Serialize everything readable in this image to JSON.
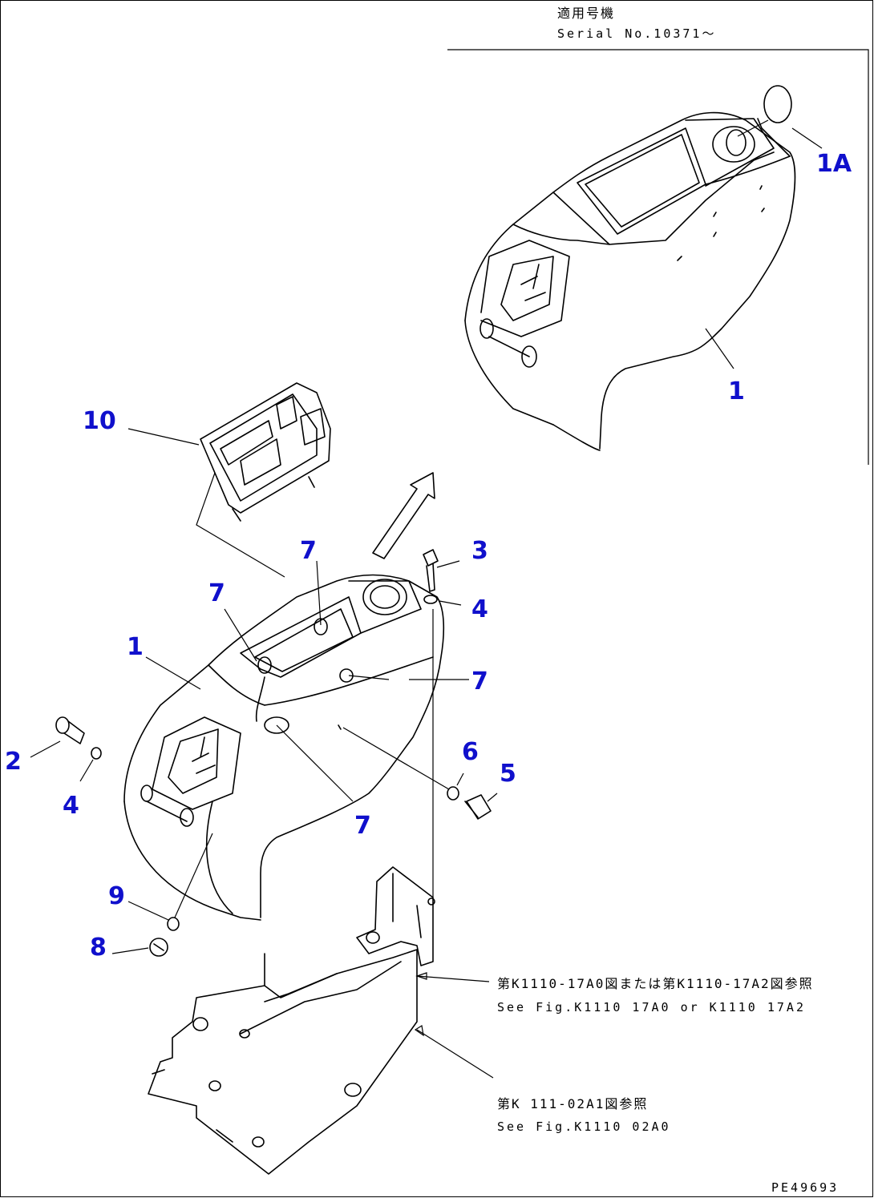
{
  "header": {
    "title_jp": "適用号機",
    "serial": "Serial No.10371～"
  },
  "accent_color": "#1010cc",
  "callouts": {
    "c_1a": "1A",
    "c_1_top": "1",
    "c_10": "10",
    "c_3": "3",
    "c_4_right": "4",
    "c_7_a": "7",
    "c_7_b": "7",
    "c_7_c": "7",
    "c_7_d": "7",
    "c_1_mid": "1",
    "c_2": "2",
    "c_4_left": "4",
    "c_6": "6",
    "c_5": "5",
    "c_9": "9",
    "c_8": "8"
  },
  "references": {
    "ref1_jp": "第K1110-17A0図または第K1110-17A2図参照",
    "ref1_en": "See Fig.K1110 17A0 or K1110 17A2",
    "ref2_jp": "第K 111-02A1図参照",
    "ref2_en": "See Fig.K1110 02A0"
  },
  "drawing_code": "PE49693"
}
